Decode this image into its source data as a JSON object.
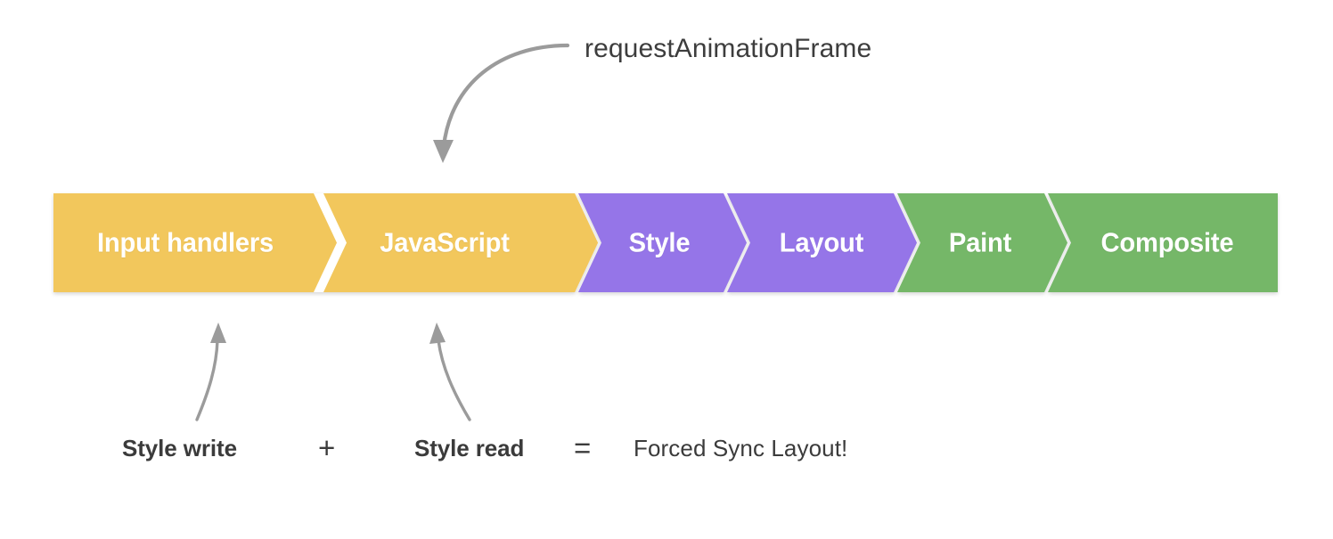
{
  "diagram": {
    "title_annotation": "requestAnimationFrame",
    "pipeline": {
      "stages": [
        {
          "label": "Input handlers",
          "color": "#F2C75C",
          "group": "javascript"
        },
        {
          "label": "JavaScript",
          "color": "#F2C75C",
          "group": "javascript"
        },
        {
          "label": "Style",
          "color": "#9575E8",
          "group": "style-layout"
        },
        {
          "label": "Layout",
          "color": "#9575E8",
          "group": "style-layout"
        },
        {
          "label": "Paint",
          "color": "#74B768",
          "group": "paint-composite"
        },
        {
          "label": "Composite",
          "color": "#74B768",
          "group": "paint-composite"
        }
      ]
    },
    "equation": {
      "term_one": "Style write",
      "operator_plus": "+",
      "term_two": "Style read",
      "operator_equals": "=",
      "result": "Forced Sync Layout!"
    },
    "colors": {
      "yellow": "#F2C75C",
      "purple": "#9575E8",
      "green": "#74B768",
      "arrow_gray": "#9b9b9b",
      "text_dark": "#3b3b3b",
      "background": "#ffffff"
    },
    "arrows": {
      "raf_pointer": "curved-arrow-down-left",
      "style_write_pointer": "curved-arrow-up",
      "style_read_pointer": "curved-arrow-up-left"
    }
  }
}
